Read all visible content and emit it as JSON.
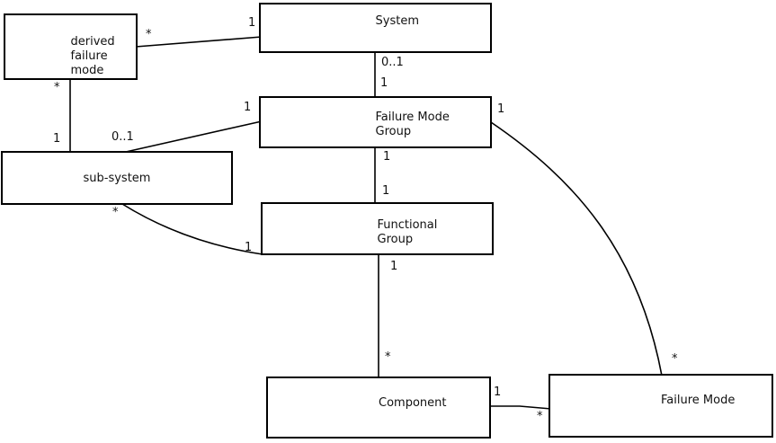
{
  "diagram": {
    "kind": "entity-relationship class diagram",
    "background_color": "#ffffff",
    "line_color": "#000000",
    "text_color": "#111111"
  },
  "entities": [
    {
      "id": "derived-failure-mode",
      "label": "derived\nfailure\nmode"
    },
    {
      "id": "system",
      "label": "System"
    },
    {
      "id": "failure-mode-group",
      "label": "Failure Mode\nGroup"
    },
    {
      "id": "sub-system",
      "label": "sub-system"
    },
    {
      "id": "functional-group",
      "label": "Functional\nGroup"
    },
    {
      "id": "component",
      "label": "Component"
    },
    {
      "id": "failure-mode",
      "label": "Failure Mode"
    }
  ],
  "relations": [
    {
      "name": "system to derived failure mode",
      "ends": [
        {
          "entity": "System",
          "multiplicity": "1"
        },
        {
          "entity": "derived failure mode",
          "multiplicity": "*"
        }
      ]
    },
    {
      "name": "derived failure mode to sub-system",
      "ends": [
        {
          "entity": "derived failure mode",
          "multiplicity": "*"
        },
        {
          "entity": "sub-system",
          "multiplicity": "1"
        }
      ]
    },
    {
      "name": "system to failure mode group",
      "ends": [
        {
          "entity": "System",
          "multiplicity": "0..1"
        },
        {
          "entity": "Failure Mode Group",
          "multiplicity": "1"
        }
      ]
    },
    {
      "name": "failure mode group to sub-system",
      "ends": [
        {
          "entity": "Failure Mode Group",
          "multiplicity": "1"
        },
        {
          "entity": "sub-system",
          "multiplicity": "0..1"
        }
      ]
    },
    {
      "name": "failure mode group to functional group",
      "ends": [
        {
          "entity": "Failure Mode Group",
          "multiplicity": "1"
        },
        {
          "entity": "Functional Group",
          "multiplicity": "1"
        }
      ]
    },
    {
      "name": "sub-system to functional group",
      "ends": [
        {
          "entity": "sub-system",
          "multiplicity": "*"
        },
        {
          "entity": "Functional Group",
          "multiplicity": "1"
        }
      ]
    },
    {
      "name": "functional group to component",
      "ends": [
        {
          "entity": "Functional Group",
          "multiplicity": "1"
        },
        {
          "entity": "Component",
          "multiplicity": "*"
        }
      ]
    },
    {
      "name": "component to failure mode",
      "ends": [
        {
          "entity": "Component",
          "multiplicity": "1"
        },
        {
          "entity": "Failure Mode",
          "multiplicity": "*"
        }
      ]
    },
    {
      "name": "failure mode group to failure mode",
      "ends": [
        {
          "entity": "Failure Mode Group",
          "multiplicity": "1"
        },
        {
          "entity": "Failure Mode",
          "multiplicity": "*"
        }
      ]
    }
  ]
}
